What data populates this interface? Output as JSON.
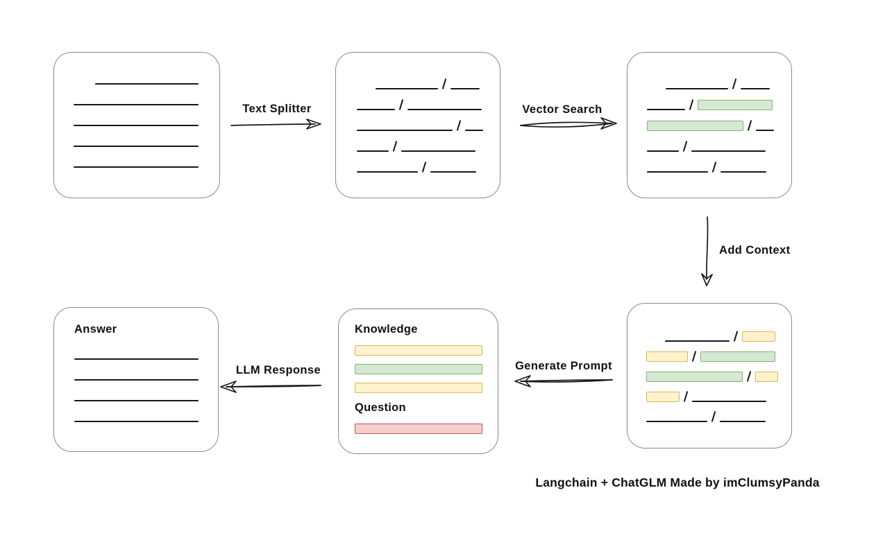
{
  "caption": "Langchain + ChatGLM Made by imClumsyPanda",
  "colors": {
    "box_border": "#8a8a8a",
    "ink": "#161616",
    "green_fill": "#d5e8d4",
    "green_stroke": "#82b366",
    "yellow_fill": "#fff2cc",
    "yellow_stroke": "#d6b656",
    "red_fill": "#f8cecc",
    "red_stroke": "#b85450"
  },
  "arrows": {
    "text_splitter": {
      "label": "Text Splitter"
    },
    "vector_search": {
      "label": "Vector Search"
    },
    "add_context": {
      "label": "Add Context"
    },
    "generate_prompt": {
      "label": "Generate Prompt"
    },
    "llm_response": {
      "label": "LLM Response"
    }
  },
  "boxes": {
    "document": {
      "rows": [
        [
          {
            "t": "gap",
            "w": 31
          },
          {
            "t": "line",
            "w": 149
          }
        ],
        [
          {
            "t": "line",
            "w": 180
          }
        ],
        [
          {
            "t": "line",
            "w": 180
          }
        ],
        [
          {
            "t": "line",
            "w": 180
          }
        ],
        [
          {
            "t": "line",
            "w": 180
          }
        ]
      ]
    },
    "chunks": {
      "rows": [
        [
          {
            "t": "gap",
            "w": 27
          },
          {
            "t": "line",
            "w": 90
          },
          {
            "t": "slash"
          },
          {
            "t": "line",
            "w": 42
          }
        ],
        [
          {
            "t": "line",
            "w": 55
          },
          {
            "t": "slash"
          },
          {
            "t": "line",
            "w": 107
          }
        ],
        [
          {
            "t": "line",
            "w": 138
          },
          {
            "t": "slash"
          },
          {
            "t": "line",
            "w": 26
          }
        ],
        [
          {
            "t": "line",
            "w": 46
          },
          {
            "t": "slash"
          },
          {
            "t": "line",
            "w": 107
          }
        ],
        [
          {
            "t": "line",
            "w": 88
          },
          {
            "t": "slash"
          },
          {
            "t": "line",
            "w": 66
          }
        ]
      ]
    },
    "vector_matches": {
      "rows": [
        [
          {
            "t": "gap",
            "w": 27
          },
          {
            "t": "line",
            "w": 90
          },
          {
            "t": "slash"
          },
          {
            "t": "line",
            "w": 42
          }
        ],
        [
          {
            "t": "line",
            "w": 55
          },
          {
            "t": "slash"
          },
          {
            "t": "chunk",
            "c": "green",
            "w": 106
          }
        ],
        [
          {
            "t": "chunk",
            "c": "green",
            "w": 137
          },
          {
            "t": "slash"
          },
          {
            "t": "line",
            "w": 26
          }
        ],
        [
          {
            "t": "line",
            "w": 46
          },
          {
            "t": "slash"
          },
          {
            "t": "line",
            "w": 107
          }
        ],
        [
          {
            "t": "line",
            "w": 88
          },
          {
            "t": "slash"
          },
          {
            "t": "line",
            "w": 66
          }
        ]
      ]
    },
    "context_chunks": {
      "rows": [
        [
          {
            "t": "gap",
            "w": 27
          },
          {
            "t": "line",
            "w": 93
          },
          {
            "t": "slash"
          },
          {
            "t": "chunk",
            "c": "yellow",
            "w": 46
          }
        ],
        [
          {
            "t": "chunk",
            "c": "yellow",
            "w": 58
          },
          {
            "t": "slash"
          },
          {
            "t": "chunk",
            "c": "green",
            "w": 106
          }
        ],
        [
          {
            "t": "chunk",
            "c": "green",
            "w": 137
          },
          {
            "t": "slash"
          },
          {
            "t": "chunk",
            "c": "yellow",
            "w": 31
          }
        ],
        [
          {
            "t": "chunk",
            "c": "yellow",
            "w": 46
          },
          {
            "t": "slash"
          },
          {
            "t": "line",
            "w": 107
          }
        ],
        [
          {
            "t": "line",
            "w": 88
          },
          {
            "t": "slash"
          },
          {
            "t": "line",
            "w": 66
          }
        ]
      ]
    },
    "prompt": {
      "knowledge_label": "Knowledge",
      "question_label": "Question",
      "knowledge_bars": [
        "yellow",
        "green",
        "yellow"
      ],
      "question_bar": "red"
    },
    "answer": {
      "label": "Answer",
      "lines": 4,
      "line_width": 179
    }
  }
}
